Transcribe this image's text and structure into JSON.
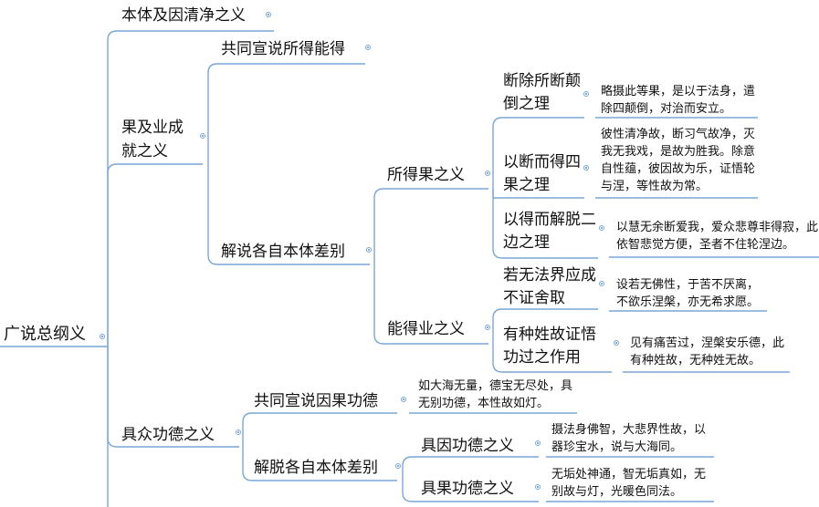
{
  "root": "广说总纲义",
  "n1": {
    "label": "本体及因清净之义"
  },
  "n2": {
    "label": "果及业成就之义",
    "c1": "共同宣说所得能得",
    "c2": "解说各自本体差别",
    "fruit": "所得果之义",
    "karma": "能得业之义",
    "d1": {
      "title": "断除所断颠倒之理",
      "desc": "略摄此等果，是以于法身，遣除四颠倒，对治而安立。"
    },
    "d2": {
      "title": "以断而得四果之理",
      "desc": "彼性清净故，断习气故净，灭我无我戏，是故为胜我。除意自性蕴，彼因故为乐，证悟轮与涅，等性故为常。"
    },
    "d3": {
      "title": "以得而解脱二边之理",
      "desc": "以慧无余断爱我，爱众悲尊非得寂，此依智悲觉方便，圣者不住轮涅边。"
    },
    "d4": {
      "title": "若无法界应成不证舍取",
      "desc": "设若无佛性，于苦不厌离，不欲乐涅槃，亦无希求愿。"
    },
    "d5": {
      "title": "有种姓故证悟功过之作用",
      "desc": "见有痛苦过，涅槃安乐德，此有种姓故，无种姓无故。"
    }
  },
  "n3": {
    "label": "具众功德之义",
    "c1": "共同宣说因果功德",
    "c1_desc": "如大海无量，德宝无尽处，具无别功德，本性故如灯。",
    "c2": "解脱各自本体差别",
    "e1": {
      "title": "具因功德之义",
      "desc": "摄法身佛智，大悲界性故，以器珍宝水，说与大海同。"
    },
    "e2": {
      "title": "具果功德之义",
      "desc": "无垢处神通，智无垢真如，无别故与灯，光暖色同法。"
    }
  }
}
